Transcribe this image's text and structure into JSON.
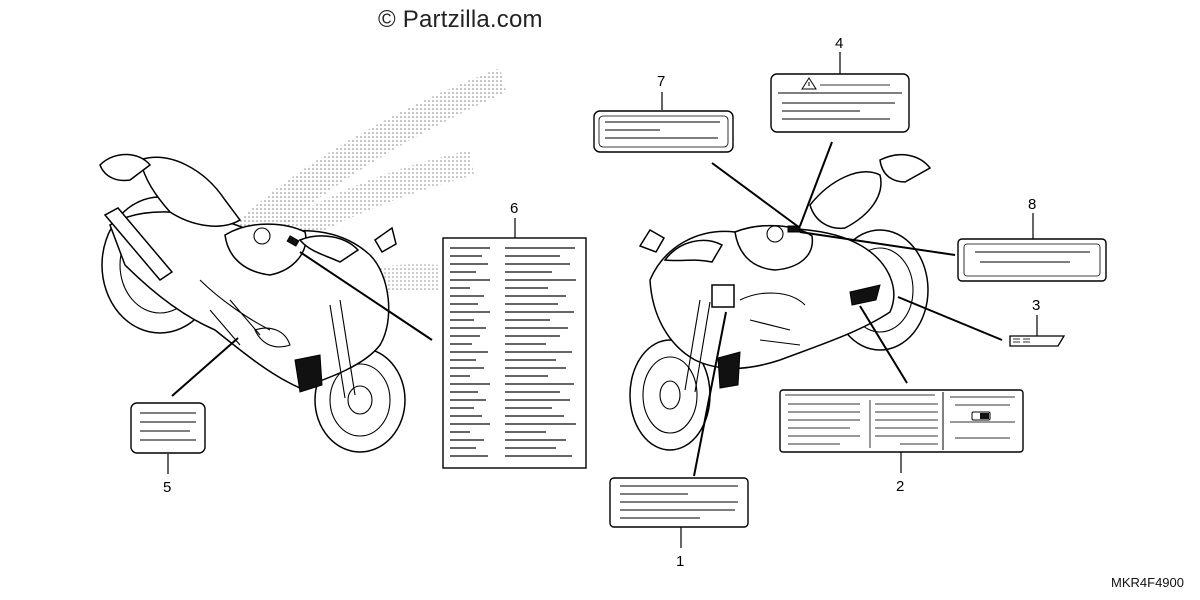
{
  "watermark": "© Partzilla.com",
  "diagram_code": "MKR4F4900",
  "callouts": [
    "1",
    "2",
    "3",
    "4",
    "5",
    "6",
    "7",
    "8"
  ]
}
